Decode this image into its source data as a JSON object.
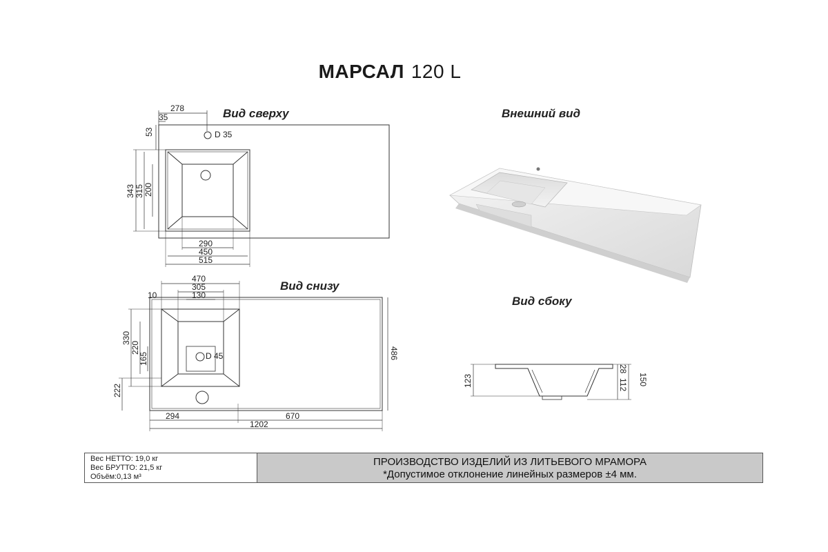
{
  "title": {
    "model": "МАРСАЛ",
    "size": "120 L"
  },
  "views": {
    "top": "Вид сверху",
    "exterior": "Внешний вид",
    "bottom": "Вид снизу",
    "side": "Вид сбоку"
  },
  "top_dims": {
    "d278": "278",
    "d35": "35",
    "d53": "53",
    "hole": "D 35",
    "d343": "343",
    "d315": "315",
    "d200": "200",
    "d290": "290",
    "d450": "450",
    "d515": "515"
  },
  "bottom_dims": {
    "d470": "470",
    "d305": "305",
    "d130": "130",
    "d10": "10",
    "d330": "330",
    "d220": "220",
    "d165": "165",
    "d222": "222",
    "hole": "D 45",
    "d486": "486",
    "d294": "294",
    "d670": "670",
    "d1202": "1202"
  },
  "side_dims": {
    "d123": "123",
    "d28": "28",
    "d112": "112",
    "d150": "150"
  },
  "footer": {
    "net": "Вес НЕТТО: 19,0 кг",
    "gross": "Вес БРУТТО: 21,5 кг",
    "volume": "Объём:0,13 м³",
    "production": "ПРОИЗВОДСТВО ИЗДЕЛИЙ ИЗ ЛИТЬЕВОГО МРАМОРА",
    "tolerance": "*Допустимое отклонение линейных размеров ±4 мм."
  }
}
